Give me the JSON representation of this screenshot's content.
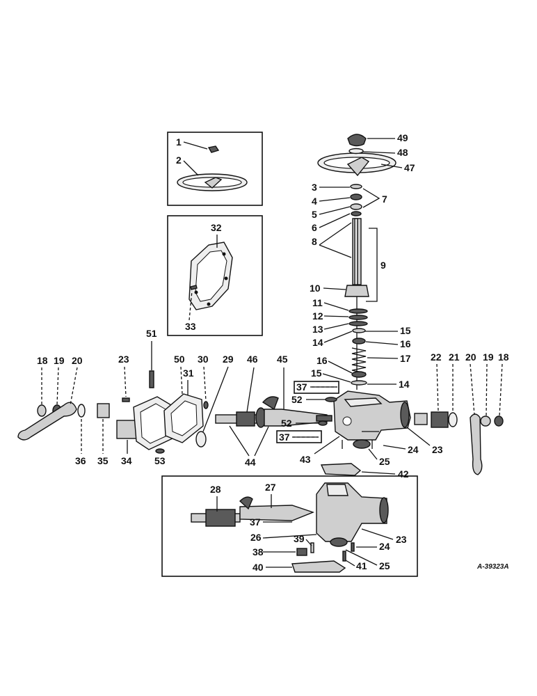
{
  "diagram": {
    "drawing_code": "A-39323A",
    "callouts": {
      "c1": "1",
      "c2": "2",
      "c3": "3",
      "c4": "4",
      "c5": "5",
      "c6": "6",
      "c7": "7",
      "c8": "8",
      "c9": "9",
      "c10": "10",
      "c11": "11",
      "c12": "12",
      "c13": "13",
      "c14a": "14",
      "c14b": "14",
      "c15a": "15",
      "c15b": "15",
      "c16a": "16",
      "c16b": "16",
      "c17": "17",
      "c18L": "18",
      "c19L": "19",
      "c20L": "20",
      "c18R": "18",
      "c19R": "19",
      "c20R": "20",
      "c21": "21",
      "c22": "22",
      "c23a": "23",
      "c23b": "23",
      "c23c": "23",
      "c24a": "24",
      "c24b": "24",
      "c25a": "25",
      "c25b": "25",
      "c26": "26",
      "c27": "27",
      "c28": "28",
      "c29": "29",
      "c30": "30",
      "c31": "31",
      "c32": "32",
      "c33": "33",
      "c34": "34",
      "c35": "35",
      "c36": "36",
      "c37a": "37",
      "c37b": "37",
      "c37c": "37",
      "c38": "38",
      "c39": "39",
      "c40": "40",
      "c41": "41",
      "c42": "42",
      "c43": "43",
      "c44": "44",
      "c45": "45",
      "c46": "46",
      "c47": "47",
      "c48": "48",
      "c49": "49",
      "c50": "50",
      "c51": "51",
      "c52a": "52",
      "c52b": "52",
      "c53": "53"
    }
  }
}
